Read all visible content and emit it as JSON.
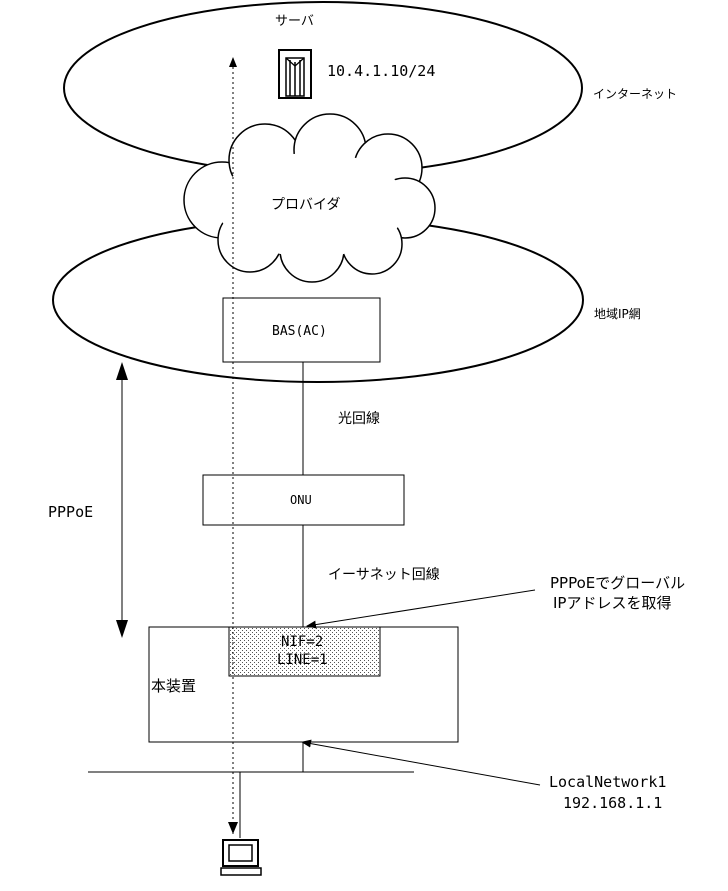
{
  "server": {
    "label": "サーバ",
    "address": "10.4.1.10/24"
  },
  "internet": {
    "label": "インターネット"
  },
  "provider": {
    "label": "プロバイダ"
  },
  "regional_network": {
    "label": "地域IP網"
  },
  "bas": {
    "label": "BAS(AC)"
  },
  "fiber_line": {
    "label": "光回線"
  },
  "onu": {
    "label": "ONU"
  },
  "ethernet_line": {
    "label": "イーサネット回線"
  },
  "pppoe": {
    "label": "PPPoE"
  },
  "device": {
    "label": "本装置",
    "nif": "NIF=2",
    "line": "LINE=1"
  },
  "callout_global": {
    "line1": "PPPoEでグローバル",
    "line2": "IPアドレスを取得"
  },
  "callout_local": {
    "line1": "LocalNetwork1",
    "line2": "192.168.1.1"
  },
  "icons": {
    "server": "server-icon",
    "pc": "pc-icon"
  }
}
